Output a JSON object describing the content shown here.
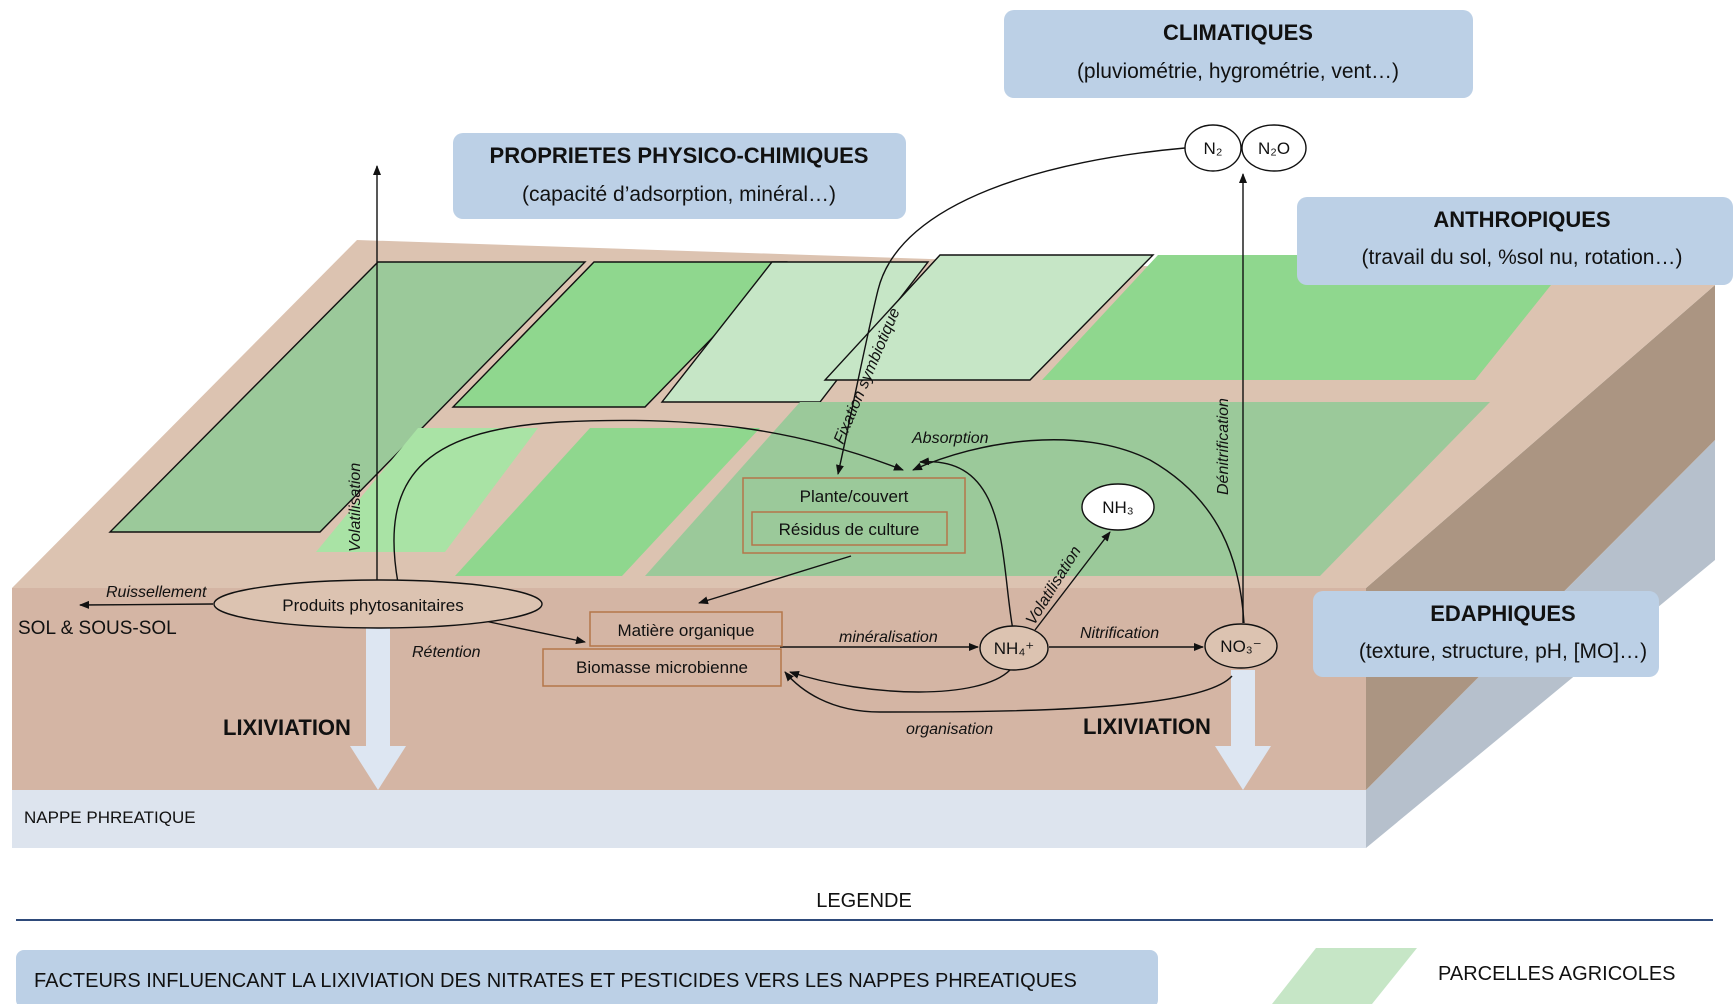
{
  "factor_boxes": {
    "climatiques": {
      "title": "CLIMATIQUES",
      "subtitle": "(pluviométrie, hygrométrie, vent…)"
    },
    "proprietes": {
      "title": "PROPRIETES PHYSICO-CHIMIQUES",
      "subtitle": "(capacité d’adsorption, minéral…)"
    },
    "anthropiques": {
      "title": "ANTHROPIQUES",
      "subtitle": "(travail du sol, %sol nu, rotation…)"
    },
    "edaphiques": {
      "title": "EDAPHIQUES",
      "subtitle": "(texture, structure, pH, [MO]…)"
    }
  },
  "nodes": {
    "n2": "N₂",
    "n2o": "N₂O",
    "nh3": "NH₃",
    "nh4": "NH₄⁺",
    "no3": "NO₃⁻",
    "produits": "Produits phytosanitaires",
    "plante": "Plante/couvert",
    "residus": "Résidus de culture",
    "matiere": "Matière organique",
    "biomasse": "Biomasse microbienne"
  },
  "process_labels": {
    "volatilisation_left": "Volatilisation",
    "fixation": "Fixation symbiotique",
    "absorption": "Absorption",
    "denitrification": "Dénitrification",
    "volatilisation_right": "Volatilisation",
    "ruissellement": "Ruissellement",
    "retention": "Rétention",
    "mineralisation": "minéralisation",
    "nitrification": "Nitrification",
    "organisation": "organisation"
  },
  "layers": {
    "sol": "SOL & SOUS-SOL",
    "nappe": "NAPPE PHREATIQUE",
    "lixiviation_left": "LIXIVIATION",
    "lixiviation_right": "LIXIVIATION"
  },
  "legend": {
    "title": "LEGENDE",
    "factors_label": "FACTEURS INFLUENCANT LA LIXIVIATION DES NITRATES ET PESTICIDES VERS LES NAPPES PHREATIQUES",
    "parcels_label": "PARCELLES AGRICOLES"
  },
  "colors": {
    "soil_top": "#dcc3b1",
    "soil_front": "#d4b5a4",
    "soil_side": "#ab9582",
    "water": "#dde4ee",
    "factor_box": "#bcd0e6",
    "field_dark": "#9bc99a",
    "field_mid": "#8fd78e",
    "field_light": "#c6e6c6",
    "node_border": "#b4764a",
    "lix_arrow": "#dde6f2"
  }
}
